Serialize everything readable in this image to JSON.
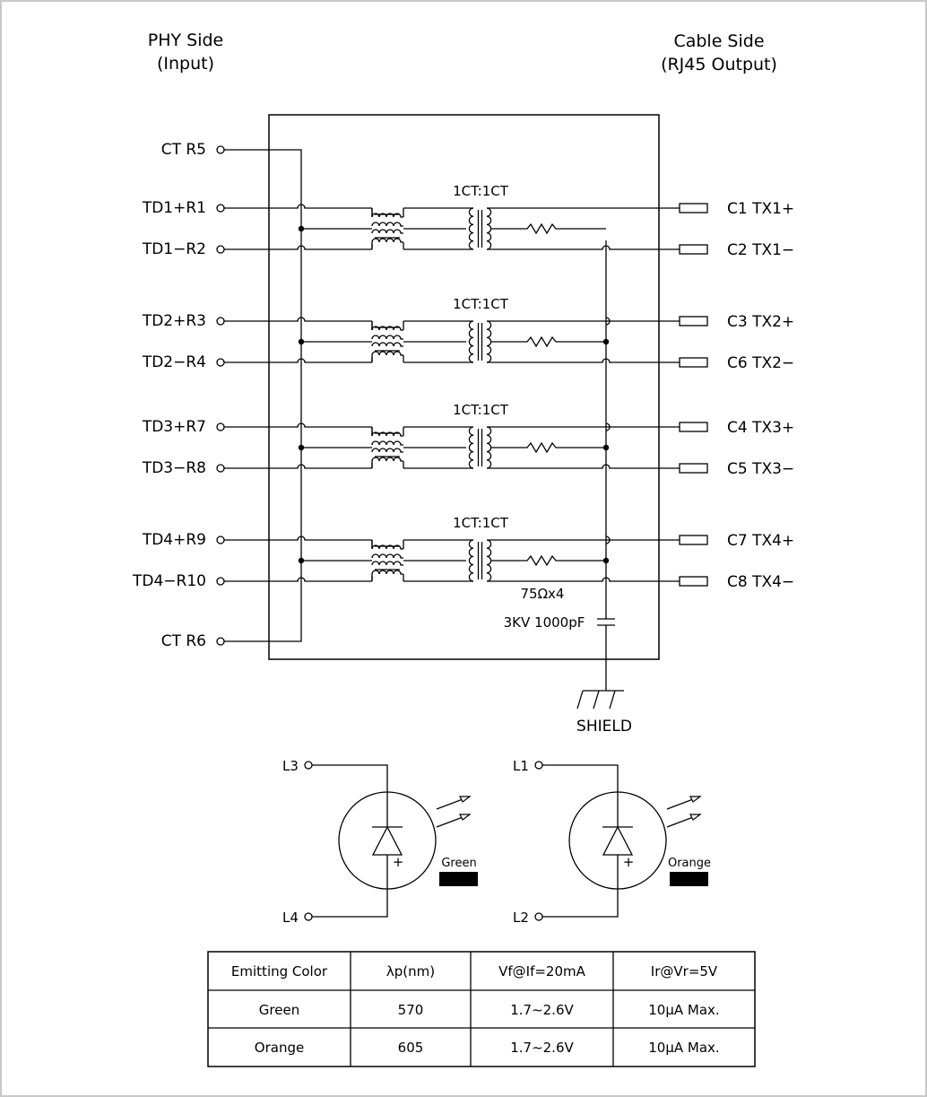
{
  "headers": {
    "phy_side": [
      "PHY Side",
      "(Input)"
    ],
    "cable_side": [
      "Cable Side",
      "(RJ45 Output)"
    ]
  },
  "pairs": [
    {
      "ratio": "1CT:1CT",
      "left_top": "TD1+R1",
      "left_bottom": "TD1−R2",
      "right_top": "C1  TX1+",
      "right_bottom": "C2  TX1−"
    },
    {
      "ratio": "1CT:1CT",
      "left_top": "TD2+R3",
      "left_bottom": "TD2−R4",
      "right_top": "C3  TX2+",
      "right_bottom": "C6  TX2−"
    },
    {
      "ratio": "1CT:1CT",
      "left_top": "TD3+R7",
      "left_bottom": "TD3−R8",
      "right_top": "C4  TX3+",
      "right_bottom": "C5  TX3−"
    },
    {
      "ratio": "1CT:1CT",
      "left_top": "TD4+R9",
      "left_bottom": "TD4−R10",
      "right_top": "C7  TX4+",
      "right_bottom": "C8  TX4−"
    }
  ],
  "ct_labels": {
    "top": "CT R5",
    "bottom": "CT R6"
  },
  "resistor_label": "75Ωx4",
  "capacitor_label": "3KV 1000pF",
  "shield_label": "SHIELD",
  "leds": [
    {
      "top_pin": "L3",
      "bottom_pin": "L4",
      "color_label": "Green",
      "plus": "+"
    },
    {
      "top_pin": "L1",
      "bottom_pin": "L2",
      "color_label": "Orange",
      "plus": "+"
    }
  ],
  "table": {
    "headers": [
      "Emitting Color",
      "λp(nm)",
      "Vf@If=20mA",
      "Ir@Vr=5V"
    ],
    "rows": [
      [
        "Green",
        "570",
        "1.7~2.6V",
        "10μA  Max."
      ],
      [
        "Orange",
        "605",
        "1.7~2.6V",
        "10μA  Max."
      ]
    ]
  }
}
